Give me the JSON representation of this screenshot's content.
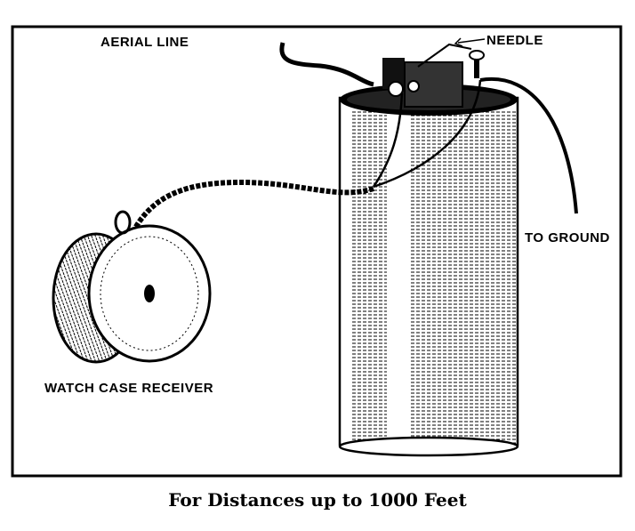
{
  "labels": {
    "aerial_line": "AERIAL LINE",
    "needle": "NEEDLE",
    "to_ground": "TO GROUND",
    "watch_case_receiver": "WATCH CASE RECEIVER"
  },
  "caption": "For Distances up to 1000 Feet"
}
